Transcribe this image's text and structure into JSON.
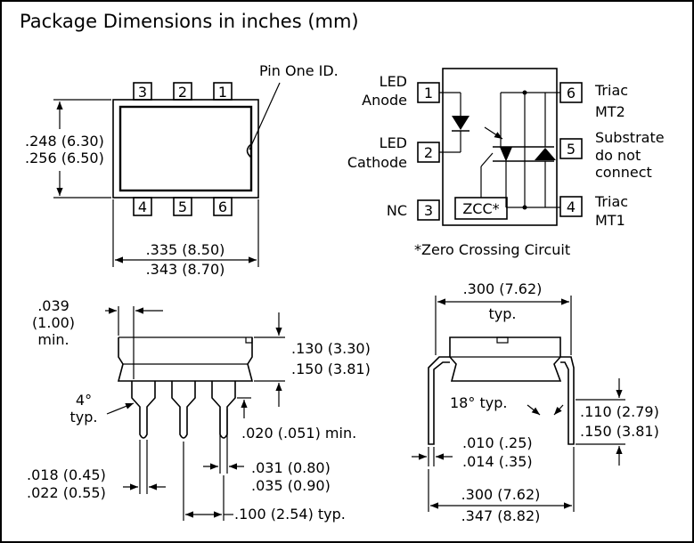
{
  "title": "Package Dimensions in inches (mm)",
  "top_view": {
    "pin_numbers_top": [
      "3",
      "2",
      "1"
    ],
    "pin_numbers_bottom": [
      "4",
      "5",
      "6"
    ],
    "pin_one_label": "Pin One ID.",
    "height_dim": [
      ".248 (6.30)",
      ".256 (6.50)"
    ],
    "width_dim": [
      ".335 (8.50)",
      ".343 (8.70)"
    ]
  },
  "schematic": {
    "pins": [
      {
        "number": "1",
        "label": [
          "LED",
          "Anode"
        ]
      },
      {
        "number": "2",
        "label": [
          "LED",
          "Cathode"
        ]
      },
      {
        "number": "3",
        "label": [
          "NC"
        ]
      },
      {
        "number": "4",
        "label": [
          "Triac",
          "MT1"
        ]
      },
      {
        "number": "5",
        "label": [
          "Substrate",
          "do not",
          "connect"
        ]
      },
      {
        "number": "6",
        "label": [
          "Triac",
          "MT2"
        ]
      }
    ],
    "zcc_label": "ZCC*",
    "footnote": "*Zero Crossing Circuit"
  },
  "side_view": {
    "lead_offset": [
      ".039",
      "(1.00)",
      "min."
    ],
    "angle": [
      "4°",
      "typ."
    ],
    "body_height": [
      ".130 (3.30)",
      ".150 (3.81)"
    ],
    "standoff": ".020 (.051) min.",
    "lead_width": [
      ".018 (0.45)",
      ".022 (0.55)"
    ],
    "lead_shoulder": [
      ".031 (0.80)",
      ".035 (0.90)"
    ],
    "pitch": ".100 (2.54) typ."
  },
  "end_view": {
    "row_spacing": [
      ".300 (7.62)",
      "typ."
    ],
    "angle": "18° typ.",
    "lead_length": [
      ".110 (2.79)",
      ".150 (3.81)"
    ],
    "lead_thickness": [
      ".010 (.25)",
      ".014 (.35)"
    ],
    "overall_width": [
      ".300 (7.62)",
      ".347 (8.82)"
    ]
  }
}
